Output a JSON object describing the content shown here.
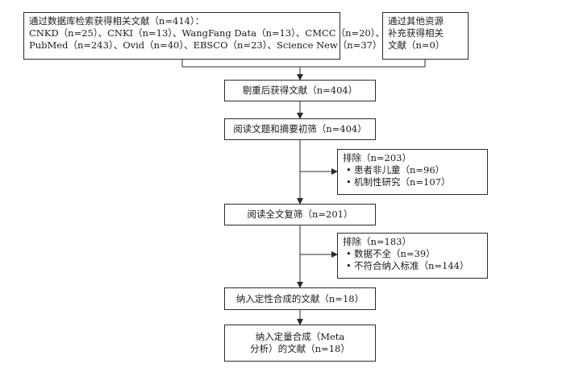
{
  "db_search": {
    "lines": [
      "通过数据库检索获得相关文献（n=414）：",
      "CNKD（n=25）、CNKI（n=13）、WangFang Data（n=13）、CMCC（n=20）、",
      "PubMed（n=243）、Ovid（n=40）、EBSCO（n=23）、Science New（n=37）"
    ]
  },
  "other_sources": {
    "lines": [
      "通过其他资源",
      "补充获得相关",
      "文献（n=0）"
    ]
  },
  "dedup": {
    "text": "剔重后获得文献（n=404）"
  },
  "screen": {
    "text": "阅读文题和摘要初筛（n=404）"
  },
  "exclude1": {
    "title": "排除（n=203）",
    "items": [
      "患者非儿童（n=96）",
      "机制性研究（n=107）"
    ]
  },
  "fulltext": {
    "text": "阅读全文复筛（n=201）"
  },
  "exclude2": {
    "title": "排除（n=183）",
    "items": [
      "数据不全（n=39）",
      "不符合纳入标准（n=144）"
    ]
  },
  "qualitative": {
    "text": "纳入定性合成的文献（n=18）"
  },
  "quantitative": {
    "lines": [
      "纳入定量合成（Meta",
      "分析）的文献（n=18）"
    ]
  }
}
